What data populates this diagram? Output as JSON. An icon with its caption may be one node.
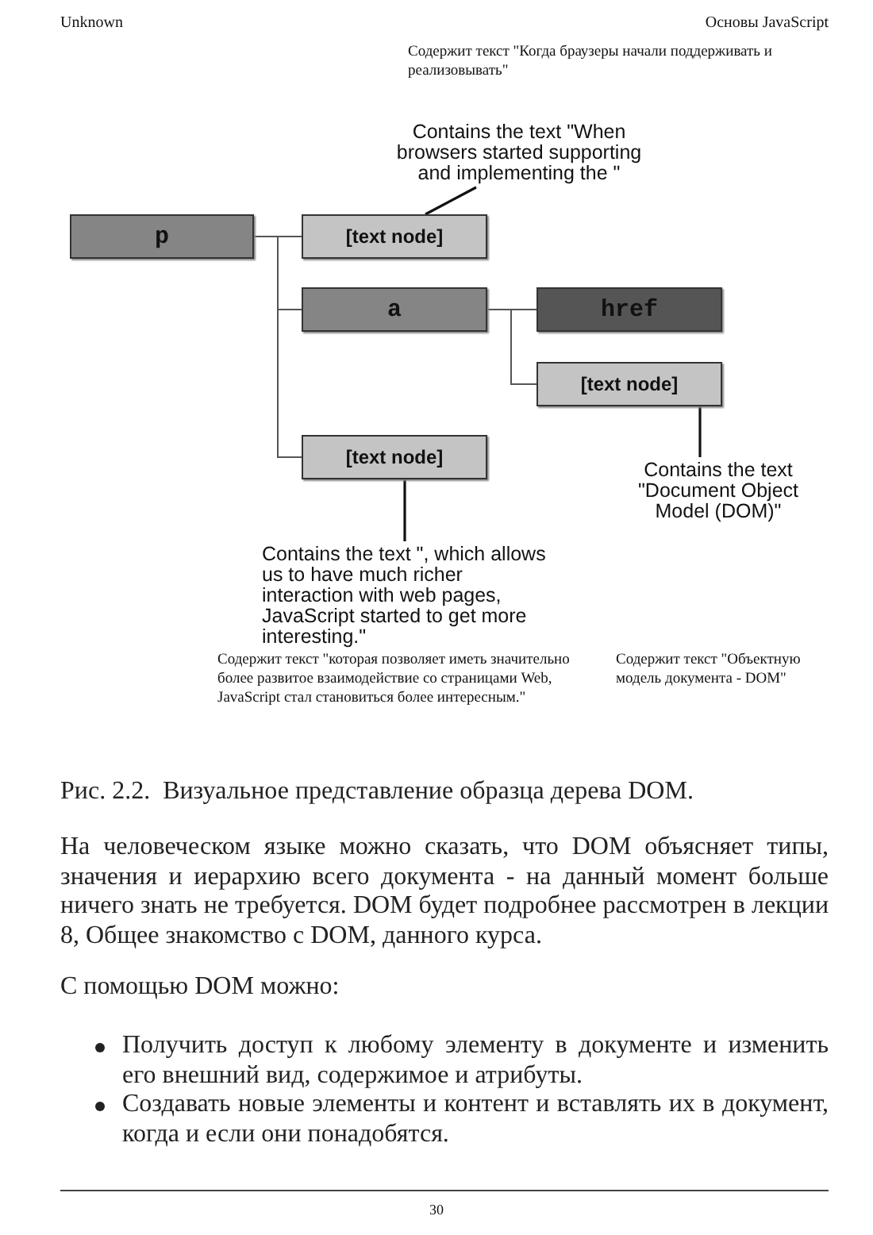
{
  "diagram": {
    "caption": "Рис. 2.2.  Визуальное представление образца дерева DOM.",
    "nodes": [
      {
        "text": [
          "Contains the text \"When browsers started supporting and implementing the \""
        ]
      },
      {
        "text": [
          "p"
        ]
      },
      {
        "text": [
          "[text node]"
        ]
      },
      {
        "text": [
          "a"
        ]
      },
      {
        "text": [
          "href"
        ]
      },
      {
        "text": [
          "[text node]"
        ]
      },
      {
        "text": [
          "[text node]"
        ]
      },
      {
        "text": [
          "Contains the text \"Document Object Model (DOM)\""
        ]
      },
      {
        "text": [
          "Contains the text \", which allows us to have much richer interaction with web pages, JavaScript started to get more interesting.\""
        ]
      }
    ],
    "edges": [
      {
        "from": 1,
        "to": 2,
        "arrow": "none"
      },
      {
        "from": 1,
        "to": 3,
        "arrow": "none"
      },
      {
        "from": 1,
        "to": 6,
        "arrow": "none"
      },
      {
        "from": 3,
        "to": 4,
        "arrow": "none"
      },
      {
        "from": 3,
        "to": 5,
        "arrow": "none"
      },
      {
        "from": 0,
        "to": 2,
        "arrow": "none"
      },
      {
        "from": 7,
        "to": 5,
        "arrow": "none"
      },
      {
        "from": 8,
        "to": 6,
        "arrow": "none"
      }
    ],
    "labels": [
      "Unknown",
      "Основы JavaScript",
      "Содержит текст \"Когда браузеры начали поддерживать и реализовывать\"",
      "Содержит текст \"которая позволяет иметь значительно более развитое взаимодействие со страницами Web, JavaScript стал становиться более интересным.\"",
      "Содержит текст \"Объектную модель документа - DOM\"",
      "На человеческом языке можно сказать, что DOM объясняет типы, значения и иерархию всего документа - на данный момент больше ничего знать не требуется. DOM будет подробнее рассмотрен в лекции 8, Общее знакомство с DOM, данного курса.",
      "С помощью DOM можно:",
      "Получить доступ к любому элементу в документе и изменить его внешний вид, содержимое и атрибуты.",
      "Создавать новые элементы и контент и вставлять их в документ, когда и если они понадобятся.",
      "30"
    ]
  }
}
